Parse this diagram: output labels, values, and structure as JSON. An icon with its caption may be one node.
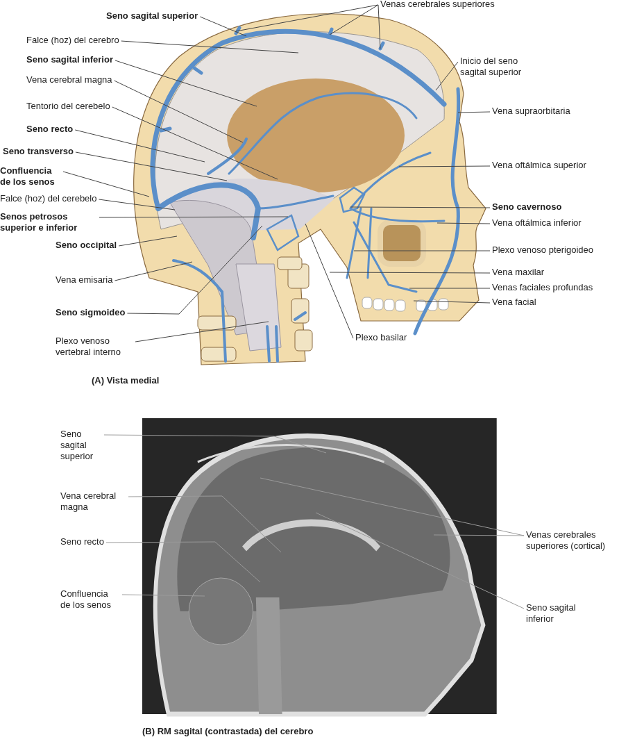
{
  "diagram": {
    "nodes": [
      {
        "text": [
          "Venas cerebrales superiores"
        ]
      },
      {
        "text": [
          "Seno sagital superior"
        ]
      },
      {
        "text": [
          "Falce (hoz) del cerebro"
        ]
      },
      {
        "text": [
          "Seno sagital inferior"
        ]
      },
      {
        "text": [
          "Vena cerebral magna"
        ]
      },
      {
        "text": [
          "Tentorio del cerebelo"
        ]
      },
      {
        "text": [
          "Seno recto"
        ]
      },
      {
        "text": [
          "Seno transverso"
        ]
      },
      {
        "text": [
          "Confluencia de los senos"
        ]
      },
      {
        "text": [
          "Falce (hoz) del cerebelo"
        ]
      },
      {
        "text": [
          "Senos petrosos superior e inferior"
        ]
      },
      {
        "text": [
          "Seno occipital"
        ]
      },
      {
        "text": [
          "Vena emisaria"
        ]
      },
      {
        "text": [
          "Seno sigmoideo"
        ]
      },
      {
        "text": [
          "Plexo venoso vertebral interno"
        ]
      },
      {
        "text": [
          "Inicio del seno sagital superior"
        ]
      },
      {
        "text": [
          "Vena supraorbitaria"
        ]
      },
      {
        "text": [
          "Vena oftálmica superior"
        ]
      },
      {
        "text": [
          "Seno cavernoso"
        ]
      },
      {
        "text": [
          "Vena oftálmica inferior"
        ]
      },
      {
        "text": [
          "Plexo venoso pterigoideo"
        ]
      },
      {
        "text": [
          "Vena maxilar"
        ]
      },
      {
        "text": [
          "Venas faciales profundas"
        ]
      },
      {
        "text": [
          "Vena facial"
        ]
      },
      {
        "text": [
          "Plexo basilar"
        ]
      },
      {
        "text": [
          "Seno sagital superior"
        ]
      },
      {
        "text": [
          "Vena cerebral magna"
        ]
      },
      {
        "text": [
          "Seno recto"
        ]
      },
      {
        "text": [
          "Confluencia de los senos"
        ]
      },
      {
        "text": [
          "Venas cerebrales superiores (cortical)"
        ]
      },
      {
        "text": [
          "Seno sagital inferior"
        ]
      }
    ],
    "edges": [
      {
        "from": 0,
        "to": null,
        "arrow": "none"
      },
      {
        "from": 0,
        "to": null,
        "arrow": "none"
      },
      {
        "from": 0,
        "to": null,
        "arrow": "none"
      },
      {
        "from": 1,
        "to": null,
        "arrow": "none"
      },
      {
        "from": 2,
        "to": null,
        "arrow": "none"
      },
      {
        "from": 3,
        "to": null,
        "arrow": "none"
      },
      {
        "from": 4,
        "to": null,
        "arrow": "none"
      },
      {
        "from": 5,
        "to": null,
        "arrow": "none"
      },
      {
        "from": 6,
        "to": null,
        "arrow": "none"
      },
      {
        "from": 7,
        "to": null,
        "arrow": "none"
      },
      {
        "from": 8,
        "to": null,
        "arrow": "none"
      },
      {
        "from": 9,
        "to": null,
        "arrow": "none"
      },
      {
        "from": 10,
        "to": null,
        "arrow": "none"
      },
      {
        "from": 11,
        "to": null,
        "arrow": "none"
      },
      {
        "from": 12,
        "to": null,
        "arrow": "none"
      },
      {
        "from": 13,
        "to": null,
        "arrow": "none"
      },
      {
        "from": 14,
        "to": null,
        "arrow": "none"
      },
      {
        "from": 15,
        "to": null,
        "arrow": "none"
      },
      {
        "from": 16,
        "to": null,
        "arrow": "none"
      },
      {
        "from": 17,
        "to": null,
        "arrow": "none"
      },
      {
        "from": 18,
        "to": null,
        "arrow": "none"
      },
      {
        "from": 19,
        "to": null,
        "arrow": "none"
      },
      {
        "from": 20,
        "to": null,
        "arrow": "none"
      },
      {
        "from": 21,
        "to": null,
        "arrow": "none"
      },
      {
        "from": 22,
        "to": null,
        "arrow": "none"
      },
      {
        "from": 23,
        "to": null,
        "arrow": "none"
      },
      {
        "from": 24,
        "to": null,
        "arrow": "none"
      },
      {
        "from": 25,
        "to": null,
        "arrow": "none"
      },
      {
        "from": 26,
        "to": null,
        "arrow": "none"
      },
      {
        "from": 27,
        "to": null,
        "arrow": "none"
      },
      {
        "from": 28,
        "to": null,
        "arrow": "none"
      },
      {
        "from": 29,
        "to": null,
        "arrow": "none"
      },
      {
        "from": 29,
        "to": null,
        "arrow": "none"
      },
      {
        "from": 30,
        "to": null,
        "arrow": "none"
      }
    ],
    "labels": [
      "(A) Vista medial",
      "(B) RM sagital (contrastada) del cerebro"
    ]
  }
}
